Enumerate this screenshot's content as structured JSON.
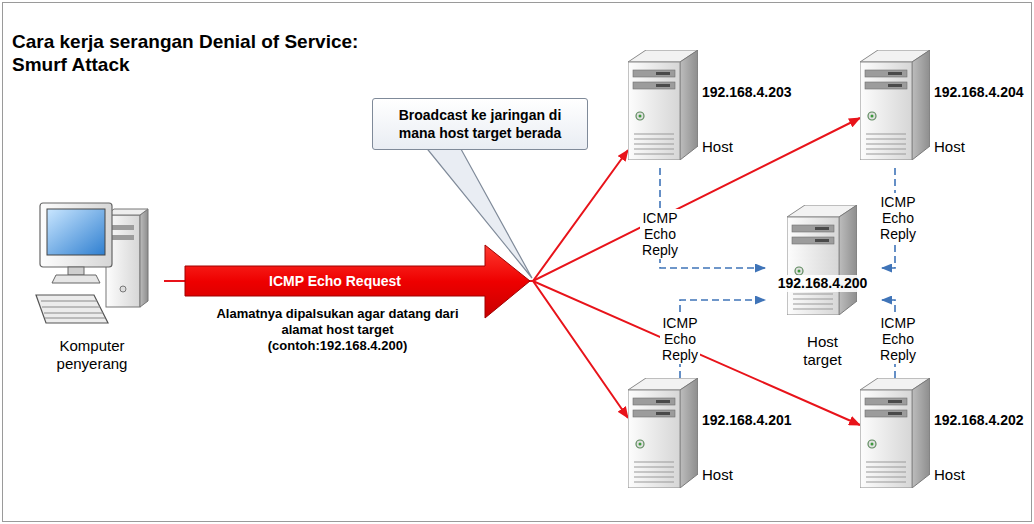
{
  "diagram": {
    "title": "Cara kerja serangan Denial of Service: Smurf Attack",
    "nodes": [
      {
        "text": [
          "Komputer penyerang"
        ]
      },
      {
        "text": [
          "Broadcast ke jaringan di mana host target berada"
        ]
      },
      {
        "text": [
          "192.168.4.203",
          "Host"
        ]
      },
      {
        "text": [
          "192.168.4.204",
          "Host"
        ]
      },
      {
        "text": [
          "192.168.4.200",
          "Host target"
        ]
      },
      {
        "text": [
          "192.168.4.201",
          "Host"
        ]
      },
      {
        "text": [
          "192.168.4.202",
          "Host"
        ]
      }
    ],
    "edges": [
      {
        "from": 0,
        "to": 2,
        "arrow": "to"
      },
      {
        "from": 0,
        "to": 3,
        "arrow": "to"
      },
      {
        "from": 0,
        "to": 5,
        "arrow": "to"
      },
      {
        "from": 0,
        "to": 6,
        "arrow": "to"
      },
      {
        "from": 2,
        "to": 4,
        "label": "ICMP Echo Reply",
        "arrow": "to"
      },
      {
        "from": 3,
        "to": 4,
        "label": "ICMP Echo Reply",
        "arrow": "to"
      },
      {
        "from": 5,
        "to": 4,
        "label": "ICMP Echo Reply",
        "arrow": "to"
      },
      {
        "from": 6,
        "to": 4,
        "label": "ICMP Echo Reply",
        "arrow": "to"
      }
    ],
    "labels": [
      "ICMP Echo Request",
      "Alamatnya dipalsukan agar datang dari alamat host target (contoh:192.168.4.200)"
    ]
  }
}
